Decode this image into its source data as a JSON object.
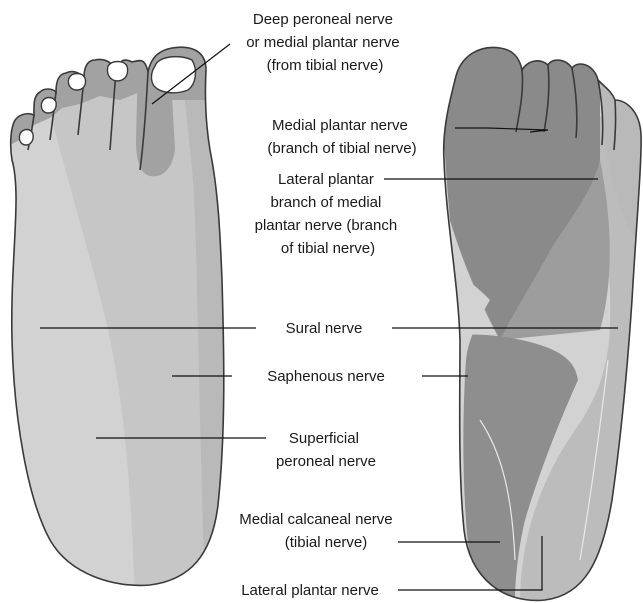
{
  "colors": {
    "background": "#ffffff",
    "sural": "#d2d2d2",
    "superficial_peroneal": "#c6c6c6",
    "saphenous": "#b9b9b9",
    "deep_peroneal": "#a2a2a2",
    "medial_plantar": "#8a8a8a",
    "lateral_plantar_branch": "#9d9d9d",
    "medial_calcaneal": "#8e8e8e",
    "lateral_plantar": "#bcbcbc",
    "outline": "#3a3a3a",
    "text": "#1a1a1a"
  },
  "labels": {
    "deep_peroneal": [
      "Deep peroneal nerve",
      "or medial plantar nerve",
      "(from tibial nerve)"
    ],
    "medial_plantar": [
      "Medial plantar nerve",
      "(branch of tibial nerve)"
    ],
    "lateral_plantar_branch": [
      "Lateral plantar",
      "branch of medial",
      "plantar nerve (branch",
      "of tibial nerve)"
    ],
    "sural": "Sural nerve",
    "saphenous": "Saphenous nerve",
    "superficial_peroneal": [
      "Superficial",
      "peroneal nerve"
    ],
    "medial_calcaneal": [
      "Medial calcaneal nerve",
      "(tibial nerve)"
    ],
    "lateral_plantar": "Lateral plantar nerve"
  }
}
